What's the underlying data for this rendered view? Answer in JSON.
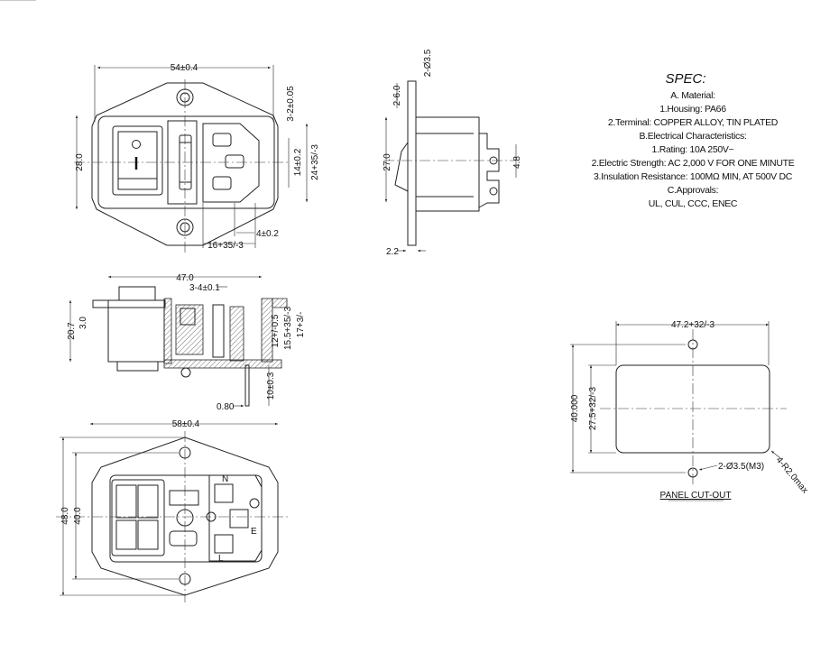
{
  "spec": {
    "title": "SPEC:",
    "lines": [
      "A. Material:",
      "1.Housing: PA66",
      "2.Terminal: COPPER ALLOY, TIN PLATED",
      "B.Electrical Characteristics:",
      "1.Rating:  10A 250V~",
      "2.Electric Strength: AC 2,000 V FOR ONE MINUTE",
      "3.Insulation Resistance: 100MΩ MIN, AT 500V DC",
      "C.Approvals:",
      "UL, CUL, CCC, ENEC"
    ]
  },
  "front_view": {
    "width": "54±0.4",
    "height": "28.0",
    "hole_spacing": "3-2±0.05",
    "pin_pitch": "14±0.2",
    "socket_height": "24+35/-3",
    "pin_offset": "4±0.2",
    "socket_width": "16+35/-3"
  },
  "side_view": {
    "holes": "2-Ø3.5",
    "slot": "2-6.0",
    "height": "27.0",
    "terminal_width": "4.8",
    "flange_thickness": "2.2"
  },
  "section_view": {
    "length": "47.0",
    "height": "20.7",
    "flange": "3.0",
    "pin_dim": "3-4±0.1",
    "dim_12": "12+/-0.5",
    "dim_15": "15.5+35/-3",
    "dim_17": "17+3/-",
    "terminal_length": "10±0.3",
    "terminal_thickness": "0.80"
  },
  "rear_view": {
    "width": "58±0.4",
    "height": "48.0",
    "hole_spacing": "40.0",
    "label_n": "N",
    "label_e": "E",
    "label_l": "L"
  },
  "panel_cutout": {
    "title": "PANEL CUT-OUT",
    "width": "47.2+32/-3",
    "hole_spacing": "40.000",
    "height": "27.5+32/-3",
    "holes": "2-Ø3.5(M3)",
    "radius": "4-R2.0max"
  }
}
